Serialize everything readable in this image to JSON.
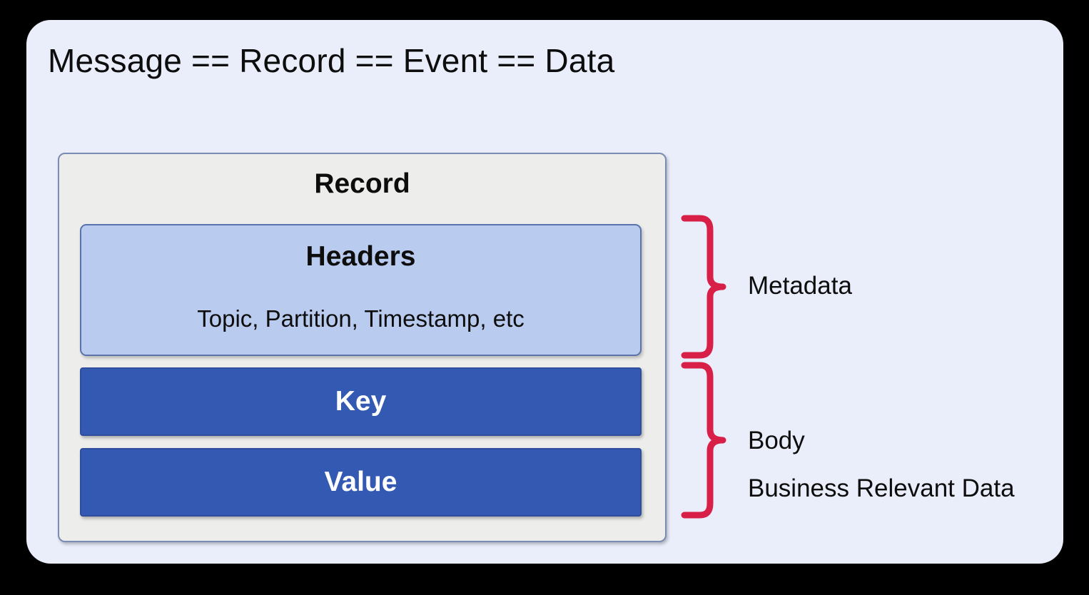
{
  "diagram": {
    "title": "Message == Record == Event == Data",
    "background_color": "#000000",
    "card_color": "#eaeefb"
  },
  "record": {
    "label": "Record",
    "panel_color": "#ededeb",
    "border_color": "#7a8cb4",
    "headers": {
      "title": "Headers",
      "subtitle": "Topic, Partition, Timestamp, etc",
      "fill_color": "#b9cbee",
      "border_color": "#5a73ad"
    },
    "key": {
      "label": "Key",
      "fill_color": "#3359b3",
      "text_color": "#ffffff"
    },
    "value": {
      "label": "Value",
      "fill_color": "#3359b3",
      "text_color": "#ffffff"
    }
  },
  "annotations": {
    "brace_color": "#d81f47",
    "metadata": {
      "label": "Metadata",
      "covers": [
        "Headers"
      ]
    },
    "body": {
      "label": "Body",
      "description": "Business Relevant Data",
      "covers": [
        "Key",
        "Value"
      ]
    }
  }
}
